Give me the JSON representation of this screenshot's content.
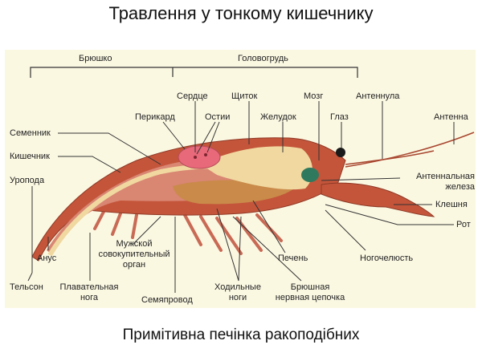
{
  "slide": {
    "title": "Травлення у тонкому кишечнику",
    "caption": "Примітивна печінка ракоподібних"
  },
  "diagram": {
    "sections": {
      "abdomen": "Брюшко",
      "cephalothorax": "Головогрудь"
    },
    "labels": {
      "heart": "Сердце",
      "shield": "Щиток",
      "brain": "Мозг",
      "antennule": "Антеннула",
      "pericardium": "Перикард",
      "ostia": "Остии",
      "stomach": "Желудок",
      "eye": "Глаз",
      "antenna": "Антенна",
      "testis": "Семенник",
      "intestine": "Кишечник",
      "uropod": "Уропода",
      "antennal_gland_1": "Антеннальная",
      "antennal_gland_2": "железа",
      "claw": "Клешня",
      "mouth": "Рот",
      "male_organ_1": "Мужской",
      "male_organ_2": "совокупительный",
      "male_organ_3": "орган",
      "anus": "Анус",
      "liver": "Печень",
      "maxilliped": "Ногочелюсть",
      "telson": "Тельсон",
      "swim_leg_1": "Плавательная",
      "swim_leg_2": "нога",
      "vas_deferens": "Семяпровод",
      "walking_legs_1": "Ходильные",
      "walking_legs_2": "ноги",
      "nerve_cord_1": "Брюшная",
      "nerve_cord_2": "нервная цепочка"
    },
    "colors": {
      "background": "#fbf8e2",
      "shell": "#c4553a",
      "muscle": "#d98673",
      "heart": "#e8697a",
      "stomach": "#f0d8a0",
      "liver": "#c98a4a",
      "brain": "#2f7a5e",
      "eye": "#1a1a1a"
    }
  }
}
